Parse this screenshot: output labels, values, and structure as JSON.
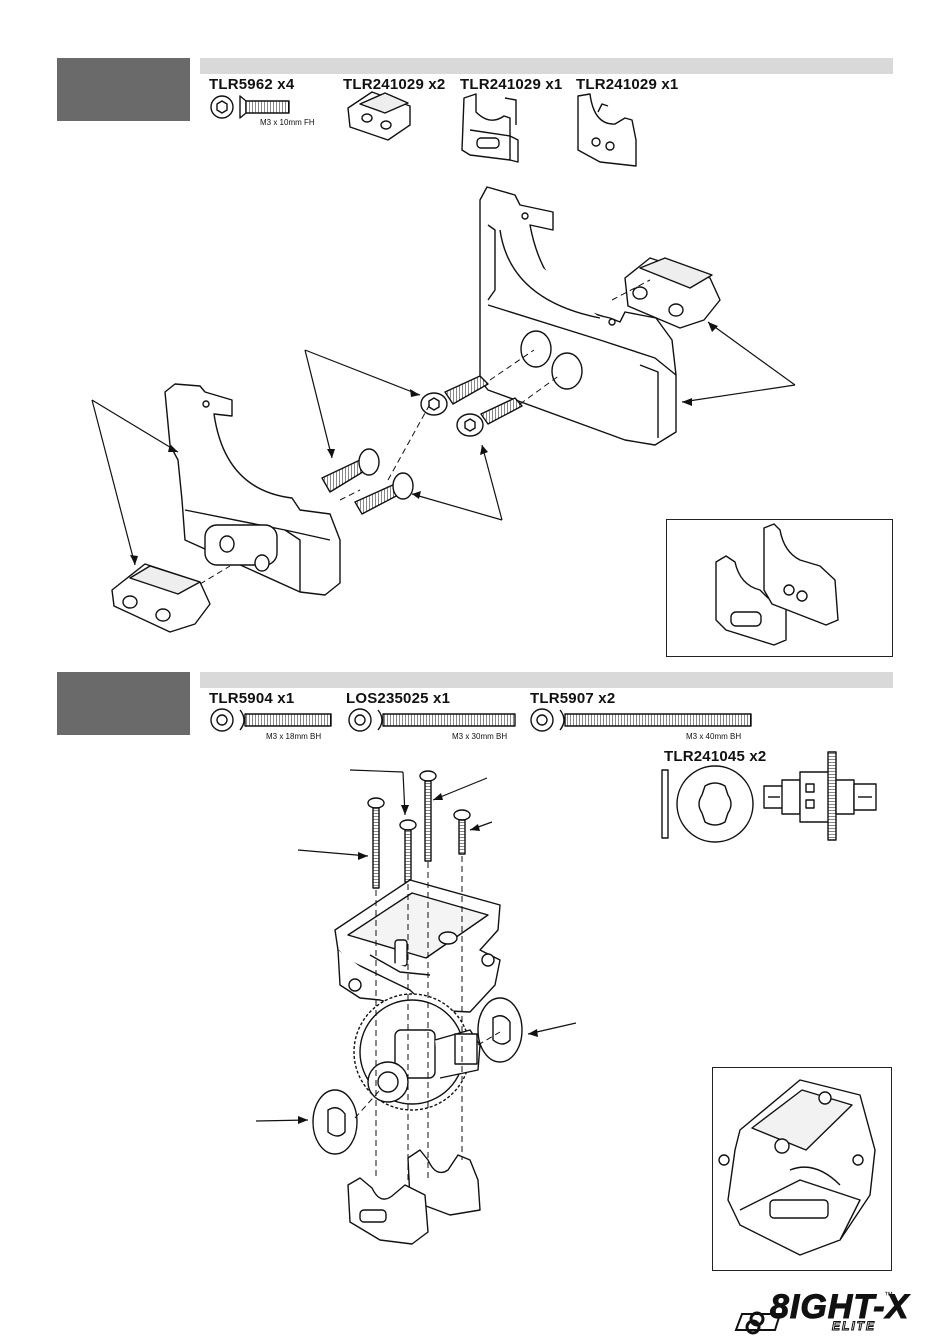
{
  "step1": {
    "parts": [
      {
        "part_no": "TLR5962 x4",
        "spec": "M3 x 10mm FH"
      },
      {
        "part_no": "TLR241029 x2",
        "spec": ""
      },
      {
        "part_no": "TLR241029 x1",
        "spec": ""
      },
      {
        "part_no": "TLR241029 x1",
        "spec": ""
      }
    ]
  },
  "step2": {
    "parts": [
      {
        "part_no": "TLR5904 x1",
        "spec": "M3 x 18mm BH"
      },
      {
        "part_no": "LOS235025 x1",
        "spec": "M3 x 30mm BH"
      },
      {
        "part_no": "TLR5907 x2",
        "spec": "M3 x 40mm BH"
      },
      {
        "part_no": "TLR241045 x2",
        "spec": ""
      }
    ]
  },
  "logo": {
    "main": "8IGHT-X",
    "sub": "ELITE",
    "tm": "™"
  },
  "colors": {
    "step_box": "#6a6a6a",
    "header_bar": "#d9d9d9",
    "line": "#111111"
  }
}
